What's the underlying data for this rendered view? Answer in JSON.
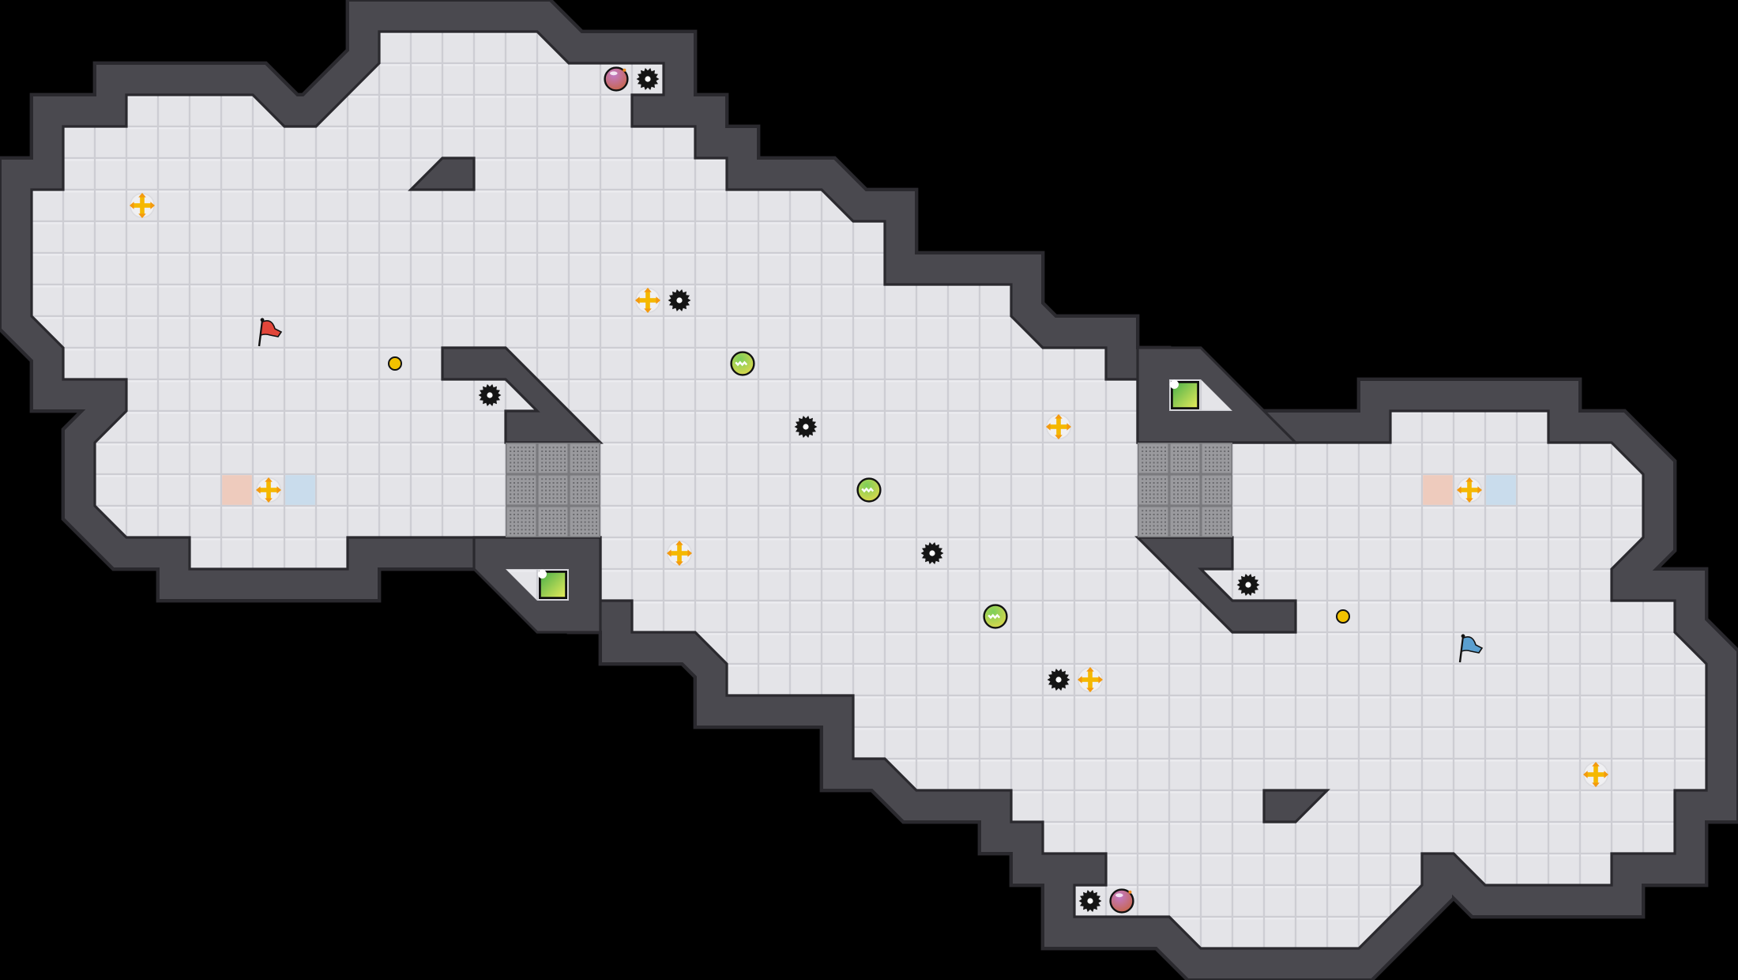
{
  "game": {
    "view": "map-overview",
    "colors": {
      "background": "#000000",
      "floor": "#e4e4e8",
      "floor_grid": "#cdcdd3",
      "wall": "#4a494f",
      "wall_edge": "#2a292e",
      "red_team": "#e2463a",
      "blue_team": "#5a9fd0",
      "red_endzone": "#eecbbd",
      "blue_endzone": "#c9dcec",
      "boost": "#f5b800",
      "spike": "#151515",
      "portal": "#7cc247",
      "button": "#f2c200",
      "gate": "#8e8e92",
      "powerup_purple": "#9a4f9e",
      "powerup_green": "#9cc94a"
    },
    "entities": [
      {
        "type": "red-flag",
        "count": 1
      },
      {
        "type": "blue-flag",
        "count": 1
      },
      {
        "type": "boost",
        "count": 8
      },
      {
        "type": "spike",
        "count": 8
      },
      {
        "type": "portal",
        "count": 2
      },
      {
        "type": "button",
        "count": 2
      },
      {
        "type": "gate",
        "count": 18
      },
      {
        "type": "powerup-purple",
        "count": 2
      },
      {
        "type": "powerup-green",
        "count": 3
      },
      {
        "type": "red-endzone-tile",
        "count": 2
      },
      {
        "type": "blue-endzone-tile",
        "count": 2
      }
    ]
  }
}
